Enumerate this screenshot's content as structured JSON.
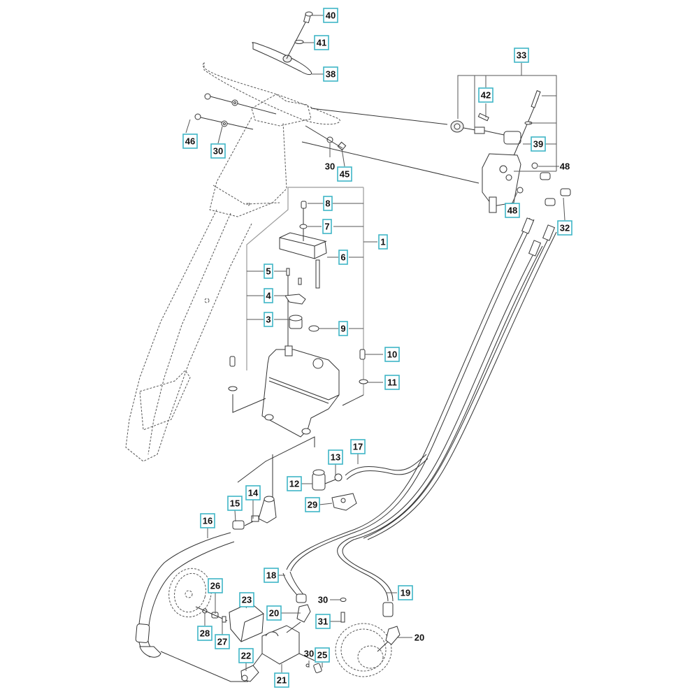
{
  "diagram": {
    "title": "",
    "accent_color": "#3fb6c6",
    "callouts": [
      {
        "id": "c40",
        "label": "40",
        "boxed": true
      },
      {
        "id": "c41",
        "label": "41",
        "boxed": true
      },
      {
        "id": "c38",
        "label": "38",
        "boxed": true
      },
      {
        "id": "c33",
        "label": "33",
        "boxed": true
      },
      {
        "id": "c42",
        "label": "42",
        "boxed": true
      },
      {
        "id": "c39",
        "label": "39",
        "boxed": true
      },
      {
        "id": "c46",
        "label": "46",
        "boxed": true
      },
      {
        "id": "c30a",
        "label": "30",
        "boxed": true
      },
      {
        "id": "c30b",
        "label": "30",
        "boxed": false
      },
      {
        "id": "c45",
        "label": "45",
        "boxed": true
      },
      {
        "id": "c48a",
        "label": "48",
        "boxed": false
      },
      {
        "id": "c48b",
        "label": "48",
        "boxed": true
      },
      {
        "id": "c32",
        "label": "32",
        "boxed": true
      },
      {
        "id": "c8",
        "label": "8",
        "boxed": true
      },
      {
        "id": "c7",
        "label": "7",
        "boxed": true
      },
      {
        "id": "c1",
        "label": "1",
        "boxed": true
      },
      {
        "id": "c6",
        "label": "6",
        "boxed": true
      },
      {
        "id": "c5",
        "label": "5",
        "boxed": true
      },
      {
        "id": "c4",
        "label": "4",
        "boxed": true
      },
      {
        "id": "c3",
        "label": "3",
        "boxed": true
      },
      {
        "id": "c9",
        "label": "9",
        "boxed": true
      },
      {
        "id": "c10",
        "label": "10",
        "boxed": true
      },
      {
        "id": "c11",
        "label": "11",
        "boxed": true
      },
      {
        "id": "c17",
        "label": "17",
        "boxed": true
      },
      {
        "id": "c13",
        "label": "13",
        "boxed": true
      },
      {
        "id": "c12",
        "label": "12",
        "boxed": true
      },
      {
        "id": "c14",
        "label": "14",
        "boxed": true
      },
      {
        "id": "c15",
        "label": "15",
        "boxed": true
      },
      {
        "id": "c29",
        "label": "29",
        "boxed": true
      },
      {
        "id": "c16",
        "label": "16",
        "boxed": true
      },
      {
        "id": "c18",
        "label": "18",
        "boxed": true
      },
      {
        "id": "c19",
        "label": "19",
        "boxed": true
      },
      {
        "id": "c26",
        "label": "26",
        "boxed": true
      },
      {
        "id": "c23",
        "label": "23",
        "boxed": true
      },
      {
        "id": "c20a",
        "label": "20",
        "boxed": true
      },
      {
        "id": "c30c",
        "label": "30",
        "boxed": false
      },
      {
        "id": "c31",
        "label": "31",
        "boxed": true
      },
      {
        "id": "c28",
        "label": "28",
        "boxed": true
      },
      {
        "id": "c27",
        "label": "27",
        "boxed": true
      },
      {
        "id": "c20b",
        "label": "20",
        "boxed": false
      },
      {
        "id": "c22",
        "label": "22",
        "boxed": true
      },
      {
        "id": "c30d",
        "label": "30",
        "boxed": false
      },
      {
        "id": "c25",
        "label": "25",
        "boxed": true
      },
      {
        "id": "c21",
        "label": "21",
        "boxed": true
      }
    ]
  }
}
